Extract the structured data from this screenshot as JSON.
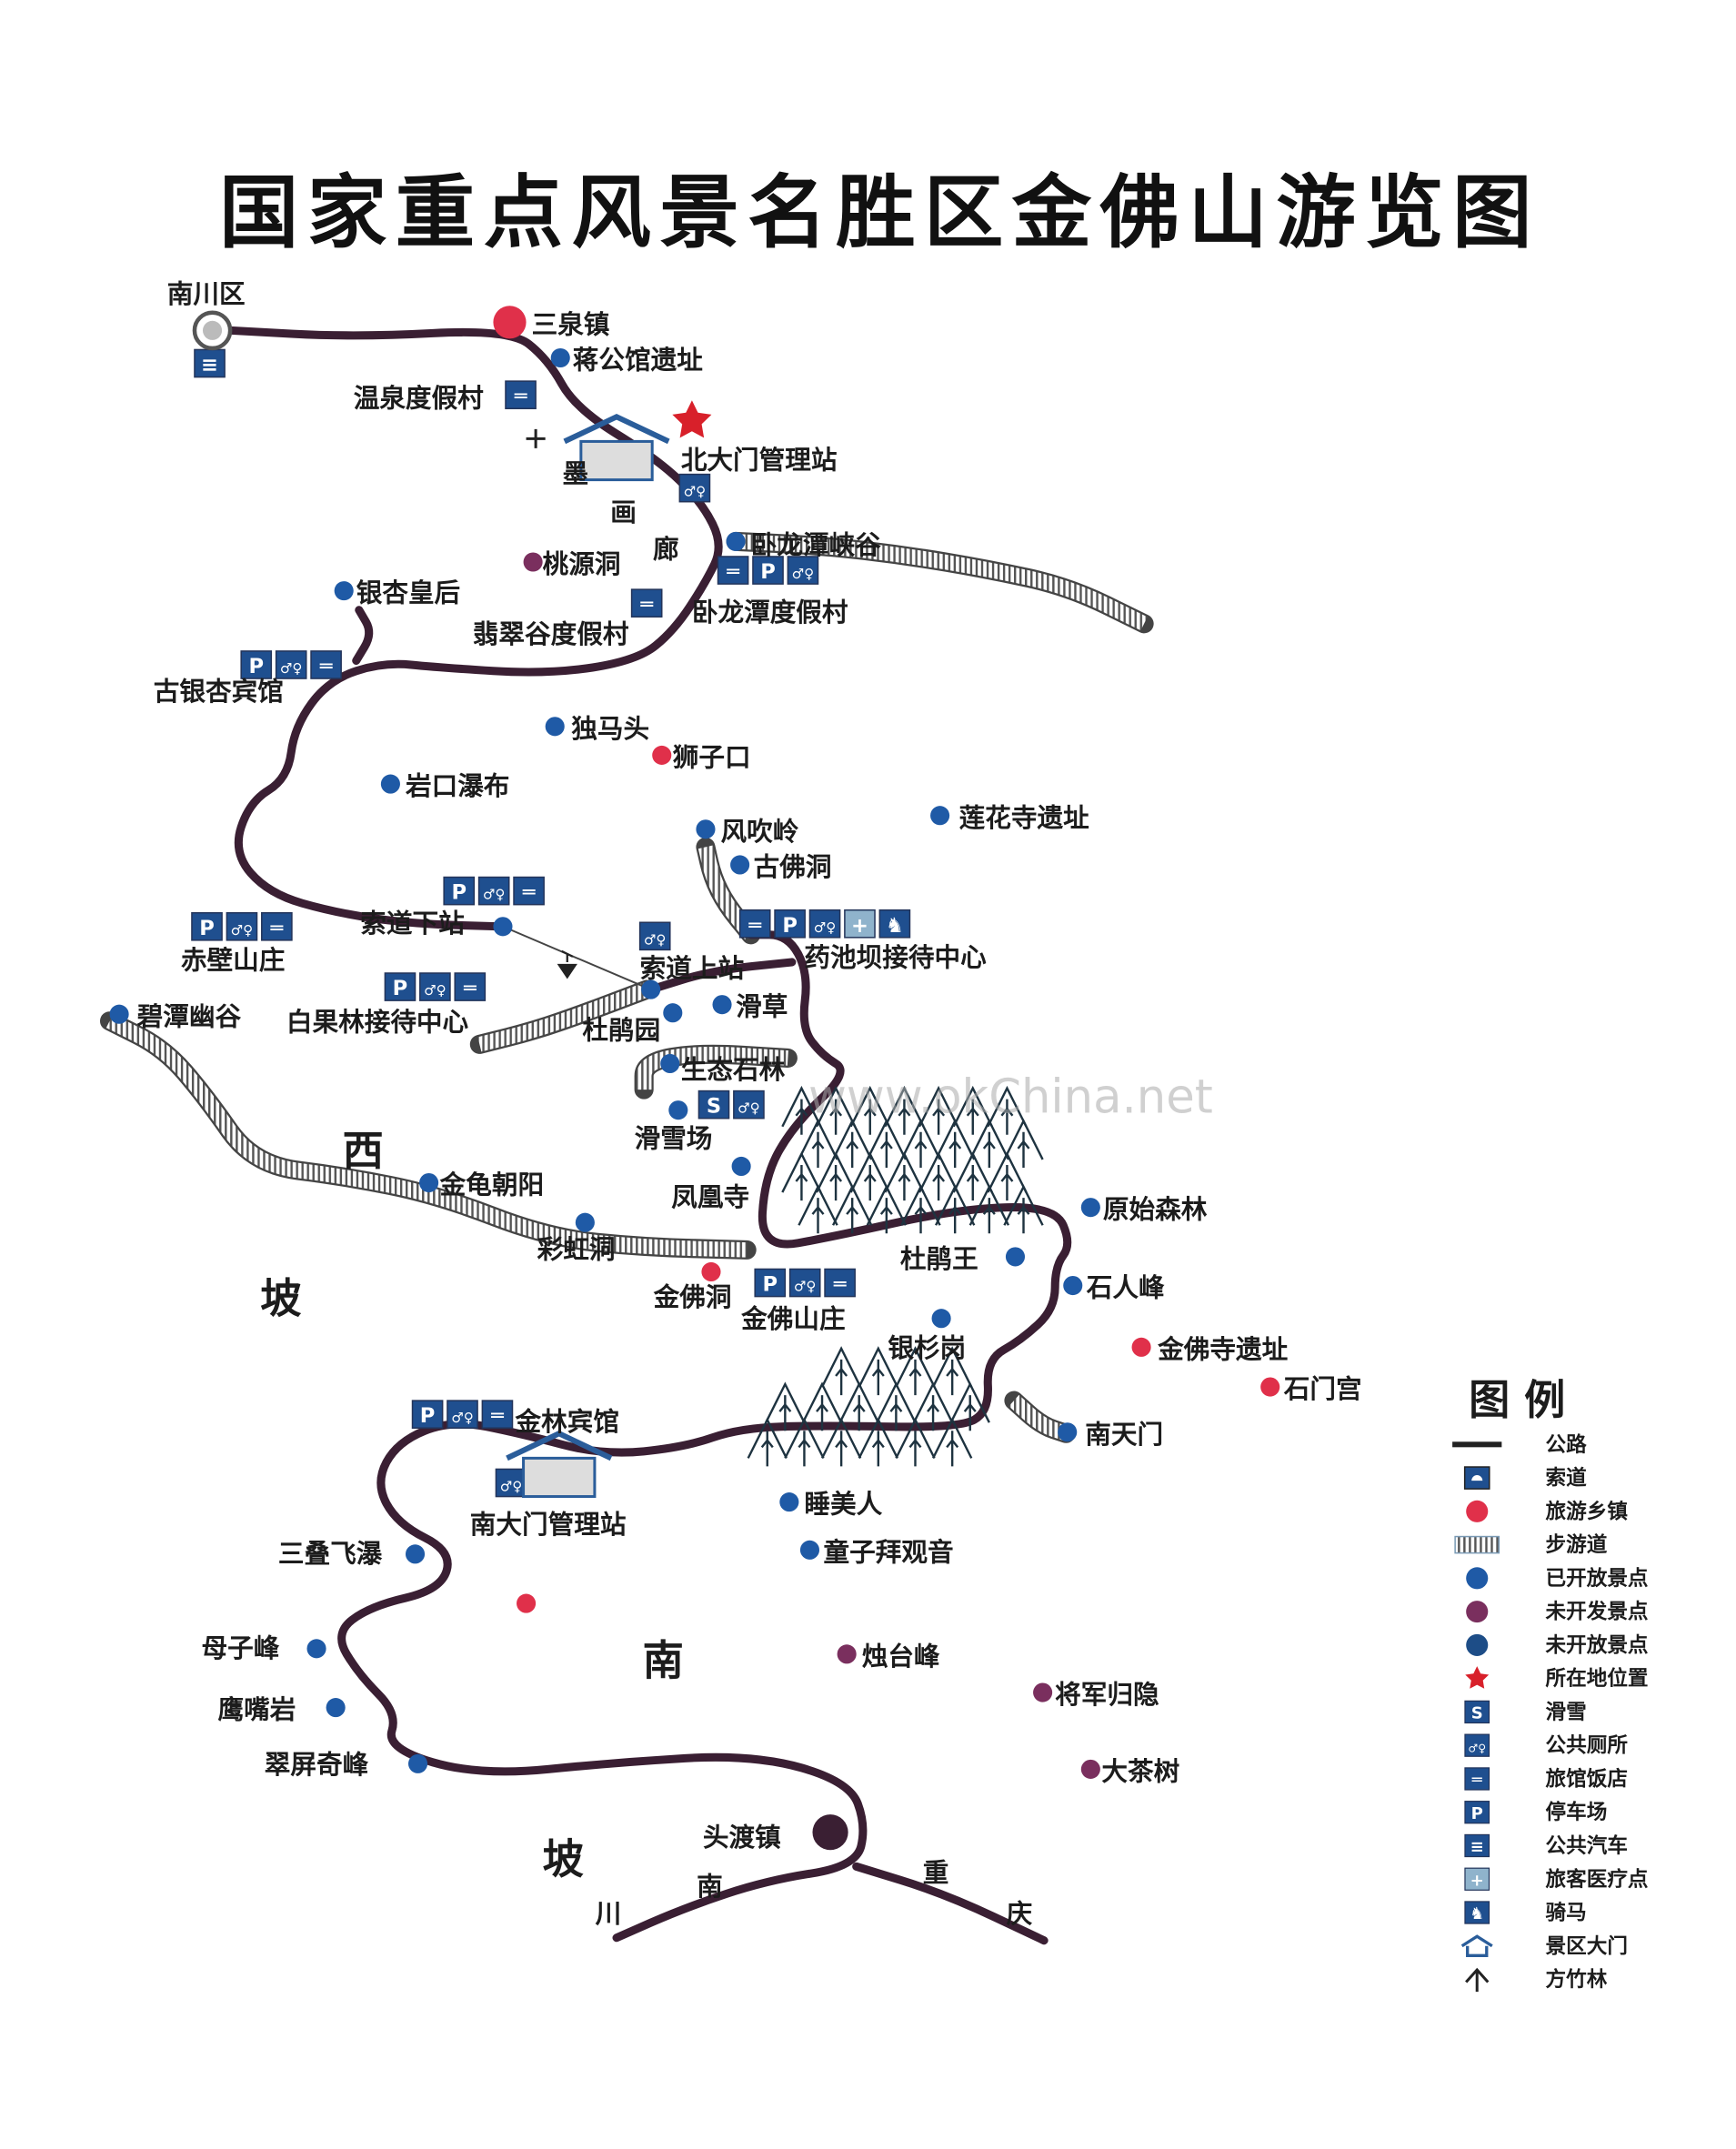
{
  "title": "国家重点风景名胜区金佛山游览图",
  "colors": {
    "road": "#3a1f33",
    "open": "#1f5aa6",
    "town": "#e0304a",
    "undeveloped": "#7a2f5e",
    "closed": "#1d4d87",
    "star": "#d8202a",
    "icon": "#1f4f8f",
    "trail": "#666666"
  },
  "places": [
    {
      "name": "南川区",
      "type": "county"
    },
    {
      "name": "三泉镇",
      "type": "town"
    },
    {
      "name": "蒋公馆遗址",
      "type": "open"
    },
    {
      "name": "温泉度假村",
      "type": "label"
    },
    {
      "name": "北大门管理站",
      "type": "label"
    },
    {
      "name": "卧龙潭峡谷",
      "type": "open"
    },
    {
      "name": "桃源洞",
      "type": "undeveloped"
    },
    {
      "name": "卧龙潭度假村",
      "type": "label"
    },
    {
      "name": "银杏皇后",
      "type": "open"
    },
    {
      "name": "翡翠谷度假村",
      "type": "label"
    },
    {
      "name": "古银杏宾馆",
      "type": "label"
    },
    {
      "name": "独马头",
      "type": "open"
    },
    {
      "name": "狮子口",
      "type": "town"
    },
    {
      "name": "岩口瀑布",
      "type": "open"
    },
    {
      "name": "风吹岭",
      "type": "open"
    },
    {
      "name": "莲花寺遗址",
      "type": "open"
    },
    {
      "name": "古佛洞",
      "type": "open"
    },
    {
      "name": "索道下站",
      "type": "open"
    },
    {
      "name": "赤壁山庄",
      "type": "label"
    },
    {
      "name": "药池坝接待中心",
      "type": "label"
    },
    {
      "name": "索道上站",
      "type": "open"
    },
    {
      "name": "白果林接待中心",
      "type": "label"
    },
    {
      "name": "碧潭幽谷",
      "type": "open"
    },
    {
      "name": "滑草",
      "type": "open"
    },
    {
      "name": "杜鹃园",
      "type": "open"
    },
    {
      "name": "生态石林",
      "type": "open"
    },
    {
      "name": "滑雪场",
      "type": "open"
    },
    {
      "name": "凤凰寺",
      "type": "open"
    },
    {
      "name": "金龟朝阳",
      "type": "open"
    },
    {
      "name": "彩虹洞",
      "type": "open"
    },
    {
      "name": "原始森林",
      "type": "open"
    },
    {
      "name": "杜鹃王",
      "type": "open"
    },
    {
      "name": "石人峰",
      "type": "open"
    },
    {
      "name": "金佛洞",
      "type": "town"
    },
    {
      "name": "金佛山庄",
      "type": "label"
    },
    {
      "name": "银杉岗",
      "type": "open"
    },
    {
      "name": "金佛寺遗址",
      "type": "town"
    },
    {
      "name": "石门宫",
      "type": "town"
    },
    {
      "name": "南天门",
      "type": "open"
    },
    {
      "name": "金林宾馆",
      "type": "label"
    },
    {
      "name": "南大门管理站",
      "type": "label"
    },
    {
      "name": "睡美人",
      "type": "open"
    },
    {
      "name": "童子拜观音",
      "type": "open"
    },
    {
      "name": "三叠飞瀑",
      "type": "open"
    },
    {
      "name": "母子峰",
      "type": "open"
    },
    {
      "name": "烛台峰",
      "type": "undeveloped"
    },
    {
      "name": "鹰嘴岩",
      "type": "open"
    },
    {
      "name": "将军归隐",
      "type": "undeveloped"
    },
    {
      "name": "翠屏奇峰",
      "type": "open"
    },
    {
      "name": "大茶树",
      "type": "undeveloped"
    },
    {
      "name": "头渡镇",
      "type": "bigtown"
    }
  ],
  "route_chars": [
    "墨",
    "画",
    "廊"
  ],
  "region_chars": [
    "西",
    "坡",
    "南",
    "坡",
    "川",
    "南",
    "重",
    "庆"
  ],
  "watermark": "www.okChina.net",
  "legend": {
    "title": "图 例",
    "items": [
      {
        "icon": "road-line",
        "label": "公路"
      },
      {
        "icon": "cableway-icon",
        "label": "索道"
      },
      {
        "icon": "red-dot",
        "label": "旅游乡镇"
      },
      {
        "icon": "trail-hatch",
        "label": "步游道"
      },
      {
        "icon": "blue-dot",
        "label": "已开放景点"
      },
      {
        "icon": "purple-dot",
        "label": "未开发景点"
      },
      {
        "icon": "darkblue-dot",
        "label": "未开放景点"
      },
      {
        "icon": "star-icon",
        "label": "所在地位置"
      },
      {
        "icon": "ski-icon",
        "label": "滑雪"
      },
      {
        "icon": "toilet-icon",
        "label": "公共厕所"
      },
      {
        "icon": "hotel-icon",
        "label": "旅馆饭店"
      },
      {
        "icon": "parking-icon",
        "label": "停车场"
      },
      {
        "icon": "bus-icon",
        "label": "公共汽车"
      },
      {
        "icon": "medical-icon",
        "label": "旅客医疗点"
      },
      {
        "icon": "horse-icon",
        "label": "骑马"
      },
      {
        "icon": "gate-icon",
        "label": "景区大门"
      },
      {
        "icon": "bamboo-icon",
        "label": "方竹林"
      }
    ]
  }
}
